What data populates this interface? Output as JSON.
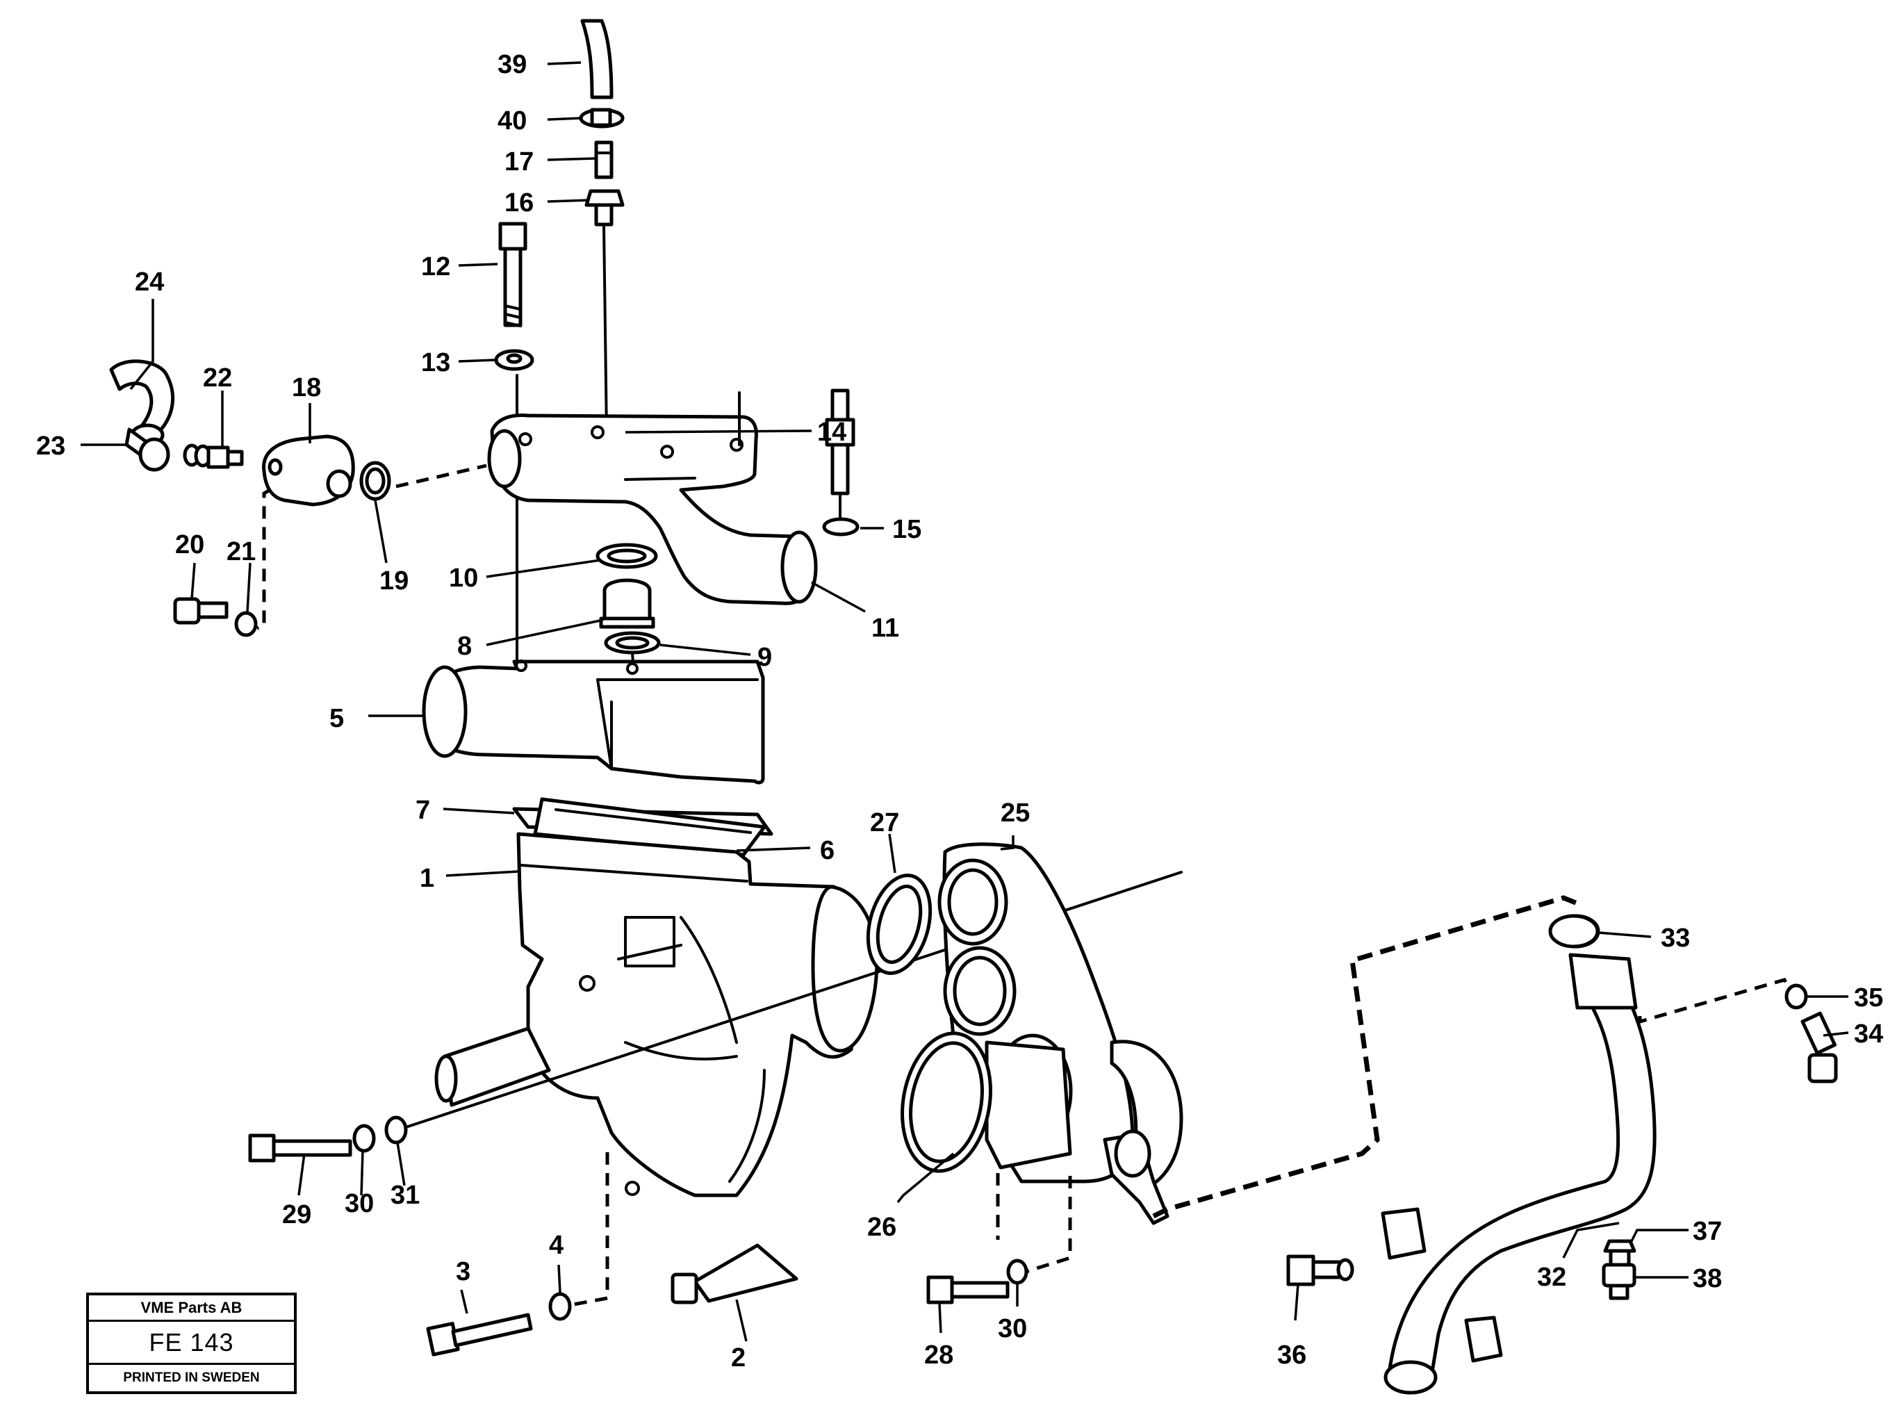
{
  "title_block": {
    "company": "VME Parts AB",
    "code": "FE 143",
    "printed": "PRINTED IN SWEDEN"
  },
  "callouts": [
    "39",
    "40",
    "17",
    "16",
    "12",
    "13",
    "14",
    "15",
    "24",
    "22",
    "18",
    "23",
    "19",
    "20",
    "21",
    "10",
    "11",
    "8",
    "9",
    "5",
    "7",
    "25",
    "27",
    "6",
    "1",
    "33",
    "35",
    "34",
    "29",
    "30",
    "31",
    "26",
    "37",
    "32",
    "38",
    "3",
    "4",
    "2",
    "28",
    "30",
    "36"
  ]
}
